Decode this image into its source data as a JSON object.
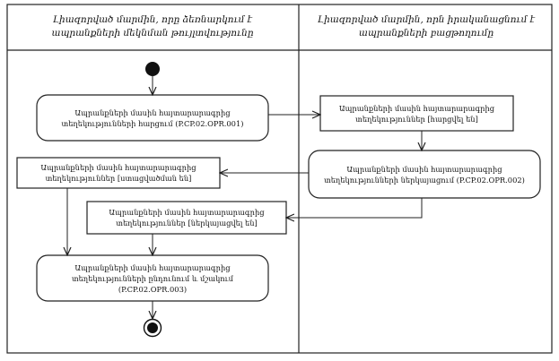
{
  "swimlanes": [
    {
      "title": "Լիազորված մարմին, որը ձեռնարկում է ապրանքների մեկնման թույլտվությունը"
    },
    {
      "title": "Լիազորված մարմին, որն իրականացնում է ապրանքների բացթողումը"
    }
  ],
  "nodes": {
    "start": {
      "kind": "initial"
    },
    "request": {
      "label": "Ապրանքների մասին հայտարարագրից տեղեկությունների հարցում (P.CP.02.OPR.001)"
    },
    "request_received": {
      "label": "Ապրանքների մասին հայտարարագրից տեղեկություններ [հարցվել են]"
    },
    "present": {
      "label": "Ապրանքների մասին հայտարարագրից տեղեկությունների ներկայացում (P.CP.02.OPR.002)"
    },
    "received": {
      "label": "Ապրանքների մասին հայտարարագրից տեղեկություններ [ստացվածման են]"
    },
    "presented": {
      "label": "Ապրանքների մասին հայտարարագրից տեղեկություններ [ներկայացվել են]"
    },
    "process": {
      "label": "Ապրանքների մասին հայտարարագրից տեղեկությունների ընդունում և մշակում (P.CP.02.OPR.003)"
    },
    "end": {
      "kind": "final"
    }
  }
}
